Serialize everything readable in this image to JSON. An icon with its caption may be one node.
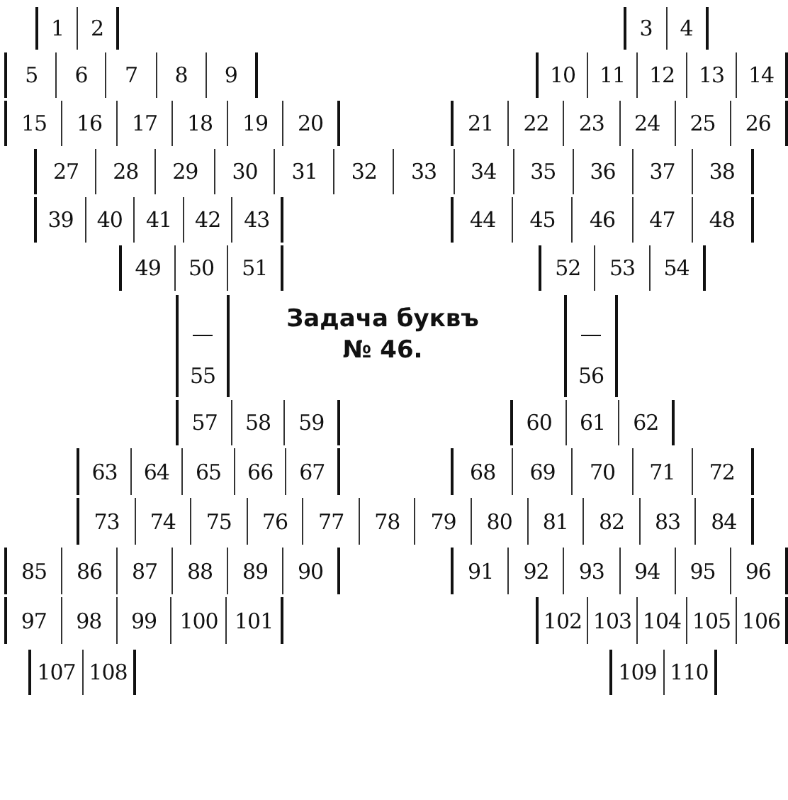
{
  "diagram": {
    "title": "Задача буквъ № 46.",
    "labels": [
      "1",
      "2",
      "3",
      "4",
      "5",
      "6",
      "7",
      "8",
      "9",
      "10",
      "11",
      "12",
      "13",
      "14",
      "15",
      "16",
      "17",
      "18",
      "19",
      "20",
      "21",
      "22",
      "23",
      "24",
      "25",
      "26",
      "27",
      "28",
      "29",
      "30",
      "31",
      "32",
      "33",
      "34",
      "35",
      "36",
      "37",
      "38",
      "39",
      "40",
      "41",
      "42",
      "43",
      "44",
      "45",
      "46",
      "47",
      "48",
      "49",
      "50",
      "51",
      "52",
      "53",
      "54",
      "55",
      "56",
      "57",
      "58",
      "59",
      "60",
      "61",
      "62",
      "63",
      "64",
      "65",
      "66",
      "67",
      "68",
      "69",
      "70",
      "71",
      "72",
      "73",
      "74",
      "75",
      "76",
      "77",
      "78",
      "79",
      "80",
      "81",
      "82",
      "83",
      "84",
      "85",
      "86",
      "87",
      "88",
      "89",
      "90",
      "91",
      "92",
      "93",
      "94",
      "95",
      "96",
      "97",
      "98",
      "99",
      "100",
      "101",
      "102",
      "103",
      "104",
      "105",
      "106",
      "107",
      "108",
      "109",
      "110"
    ]
  }
}
